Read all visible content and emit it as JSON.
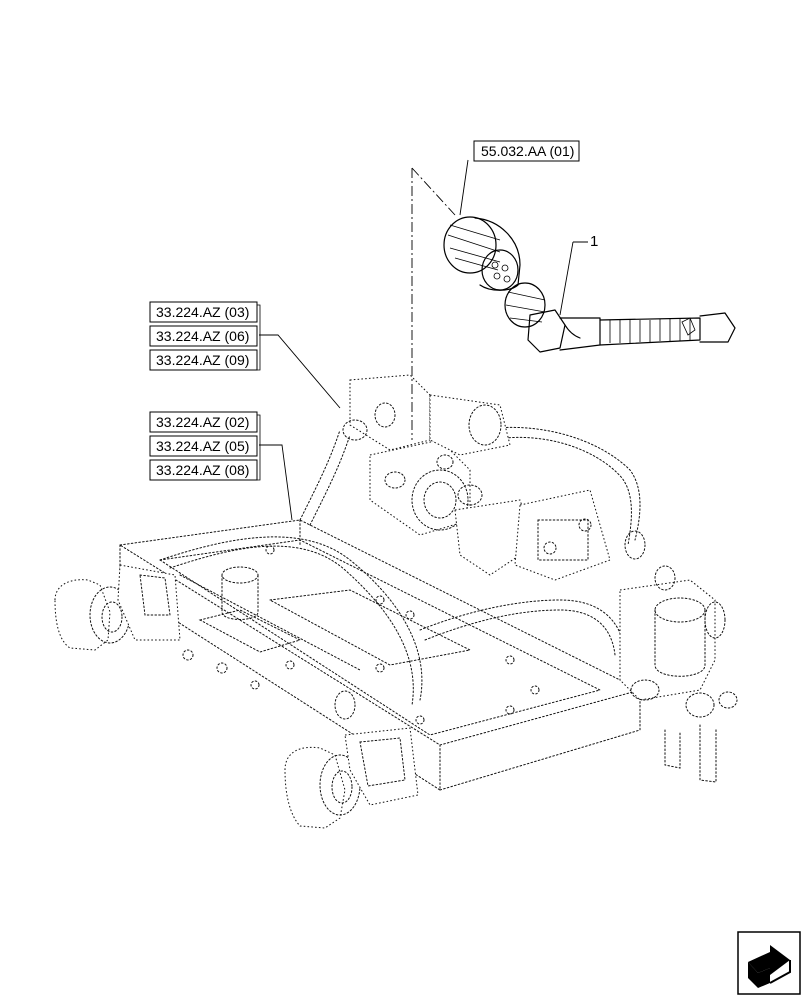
{
  "part_callout": "1",
  "reference_labels": {
    "top": "55.032.AA (01)",
    "group_a": [
      "33.224.AZ (03)",
      "33.224.AZ (06)",
      "33.224.AZ (09)"
    ],
    "group_b": [
      "33.224.AZ (02)",
      "33.224.AZ (05)",
      "33.224.AZ (08)"
    ]
  },
  "icons": {
    "navigation": "next-page-arrow-icon"
  }
}
